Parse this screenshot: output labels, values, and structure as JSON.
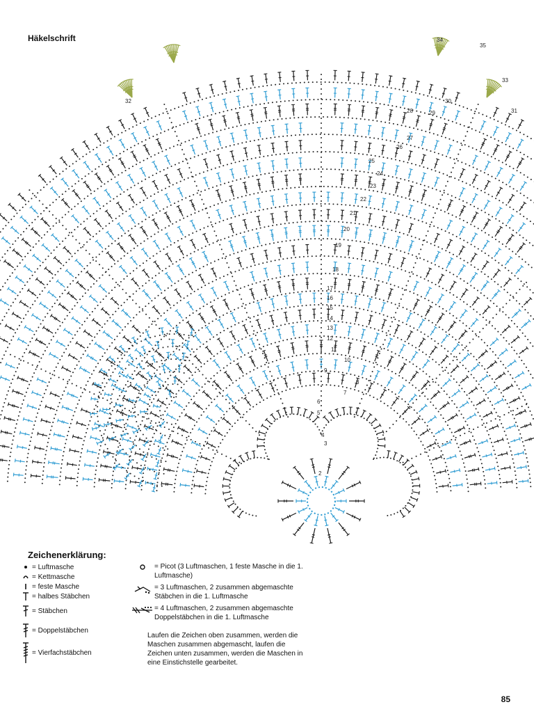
{
  "title": "Häkelschrift",
  "colors": {
    "black": "#1a1a1a",
    "blue": "#2a9ad2",
    "olive": "#9aa84a",
    "dot": "#222222"
  },
  "row_numbers": [
    "2",
    "3",
    "4",
    "5",
    "6",
    "7",
    "8",
    "9",
    "10",
    "11",
    "12",
    "13",
    "14",
    "15",
    "16",
    "17",
    "18",
    "19",
    "20",
    "21",
    "22",
    "23",
    "24",
    "25",
    "26",
    "27",
    "28",
    "29",
    "30",
    "31",
    "32",
    "33",
    "34",
    "35"
  ],
  "legend": {
    "heading": "Zeichenerklärung:",
    "items": [
      {
        "symbol": "dot-icon",
        "label": "= Luftmasche"
      },
      {
        "symbol": "slip-stitch-icon",
        "label": "= Kettmasche"
      },
      {
        "symbol": "single-crochet-icon",
        "label": "= feste Masche"
      },
      {
        "symbol": "half-double-icon",
        "label": "= halbes Stäbchen"
      },
      {
        "symbol": "double-crochet-icon",
        "label": "= Stäbchen"
      },
      {
        "symbol": "treble-crochet-icon",
        "label": "= Doppelstäbchen"
      },
      {
        "symbol": "quadruple-treble-icon",
        "label": "= Vierfachstäbchen"
      }
    ],
    "right_items": [
      {
        "symbol": "picot-icon",
        "label": "= Picot (3 Luftmaschen, 1 feste Masche in die 1. Luftmasche)"
      },
      {
        "symbol": "cluster-2dc-icon",
        "label": "= 3 Luftmaschen, 2 zusammen abgemaschte Stäbchen in die 1. Luftmasche"
      },
      {
        "symbol": "cluster-2tr-icon",
        "label": "= 4 Luftmaschen, 2 zusammen abgemaschte Doppelstäbchen in die 1. Luftmasche"
      }
    ],
    "note": "Laufen die Zeichen oben zusammen, werden die Maschen zusammen abgemascht, laufen die Zeichen unten zusammen, werden die Maschen in eine Einstichstelle gearbeitet."
  },
  "page_number": "85"
}
